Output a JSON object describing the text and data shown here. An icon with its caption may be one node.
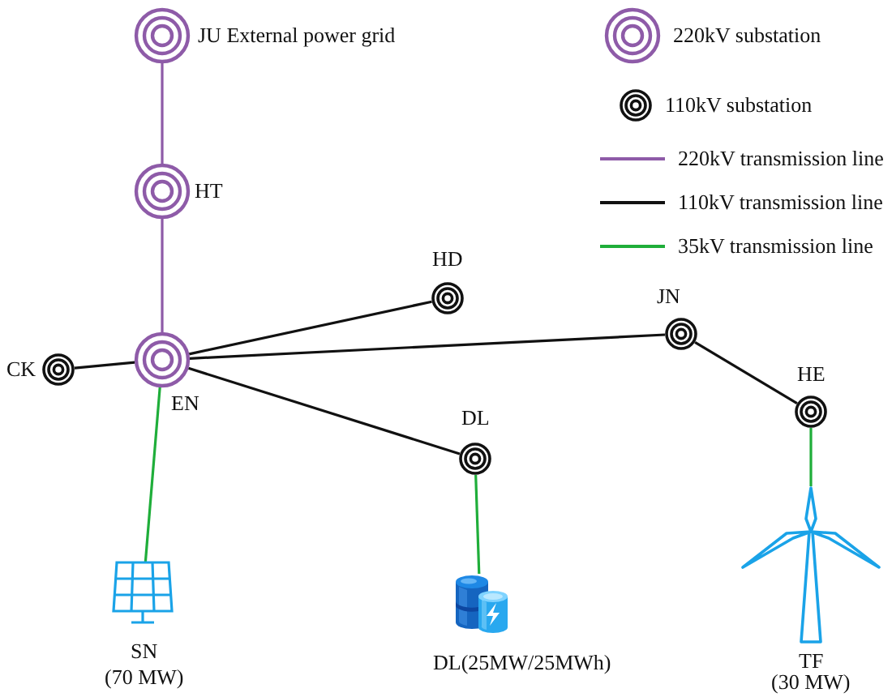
{
  "diagram": {
    "nodes": [
      {
        "text": [],
        "shape": "circle",
        "beside": [
          "JU External power grid"
        ]
      },
      {
        "text": [],
        "shape": "circle",
        "beside": [
          "HT"
        ]
      },
      {
        "text": [],
        "shape": "circle",
        "beside": [
          "HD"
        ]
      },
      {
        "text": [],
        "shape": "circle",
        "beside": [
          "CK"
        ]
      },
      {
        "text": [],
        "shape": "circle",
        "beside": [
          "EN"
        ]
      },
      {
        "text": [],
        "shape": "circle",
        "beside": [
          "JN"
        ]
      },
      {
        "text": [],
        "shape": "circle",
        "beside": [
          "DL"
        ]
      },
      {
        "text": [],
        "shape": "circle",
        "beside": [
          "HE"
        ]
      },
      {
        "text": [],
        "shape": "picture",
        "beside": [
          "SN",
          "(70 MW)"
        ]
      },
      {
        "text": [],
        "shape": "picture",
        "beside": [
          "DL(25MW/25MWh)"
        ]
      },
      {
        "text": [],
        "shape": "picture",
        "beside": [
          "TF",
          "(30 MW)"
        ]
      }
    ],
    "edges": [
      {
        "from": 0,
        "to": 1,
        "arrow": "none",
        "color": "#8e5ba8"
      },
      {
        "from": 1,
        "to": 4,
        "arrow": "none",
        "color": "#8e5ba8"
      },
      {
        "from": 3,
        "to": 4,
        "arrow": "none"
      },
      {
        "from": 4,
        "to": 2,
        "arrow": "none"
      },
      {
        "from": 4,
        "to": 5,
        "arrow": "none"
      },
      {
        "from": 5,
        "to": 7,
        "arrow": "none"
      },
      {
        "from": 4,
        "to": 6,
        "arrow": "none"
      },
      {
        "from": 4,
        "to": 8,
        "arrow": "none",
        "color": "#1fae3a"
      },
      {
        "from": 6,
        "to": 9,
        "arrow": "none",
        "color": "#1fae3a"
      },
      {
        "from": 7,
        "to": 10,
        "arrow": "none",
        "color": "#1fae3a"
      }
    ],
    "legend": [
      {
        "text": "220kV substation"
      },
      {
        "text": "110kV substation"
      },
      {
        "text": "220kV transmission line"
      },
      {
        "text": "110kV transmission line"
      },
      {
        "text": "35kV transmission line"
      }
    ]
  }
}
